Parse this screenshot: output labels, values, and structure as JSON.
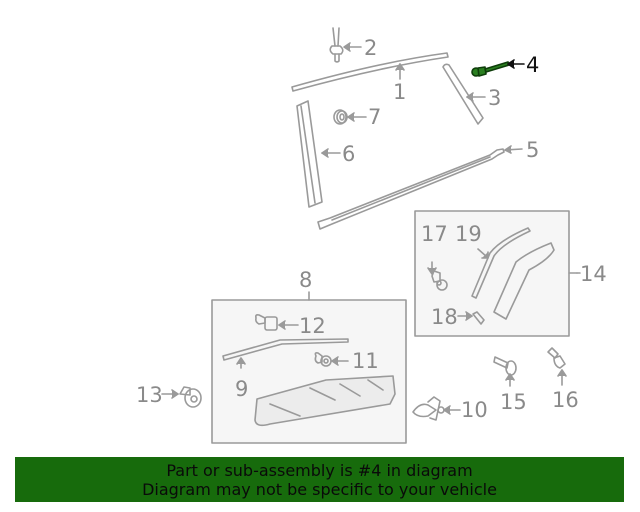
{
  "diagram": {
    "highlighted_part": "4",
    "highlight_color": "#1f7a1a",
    "line_color": "#9a9a9a",
    "group_fill": "#f6f6f6",
    "callouts": [
      {
        "id": "1",
        "label": "1"
      },
      {
        "id": "2",
        "label": "2"
      },
      {
        "id": "3",
        "label": "3"
      },
      {
        "id": "4",
        "label": "4"
      },
      {
        "id": "5",
        "label": "5"
      },
      {
        "id": "6",
        "label": "6"
      },
      {
        "id": "7",
        "label": "7"
      },
      {
        "id": "8",
        "label": "8"
      },
      {
        "id": "9",
        "label": "9"
      },
      {
        "id": "10",
        "label": "10"
      },
      {
        "id": "11",
        "label": "11"
      },
      {
        "id": "12",
        "label": "12"
      },
      {
        "id": "13",
        "label": "13"
      },
      {
        "id": "14",
        "label": "14"
      },
      {
        "id": "15",
        "label": "15"
      },
      {
        "id": "16",
        "label": "16"
      },
      {
        "id": "17",
        "label": "17"
      },
      {
        "id": "18",
        "label": "18"
      },
      {
        "id": "19",
        "label": "19"
      }
    ]
  },
  "banner": {
    "line1": "Part or sub-assembly is #4 in diagram",
    "line2": "Diagram may not be specific to your vehicle",
    "background": "#176b0c"
  }
}
